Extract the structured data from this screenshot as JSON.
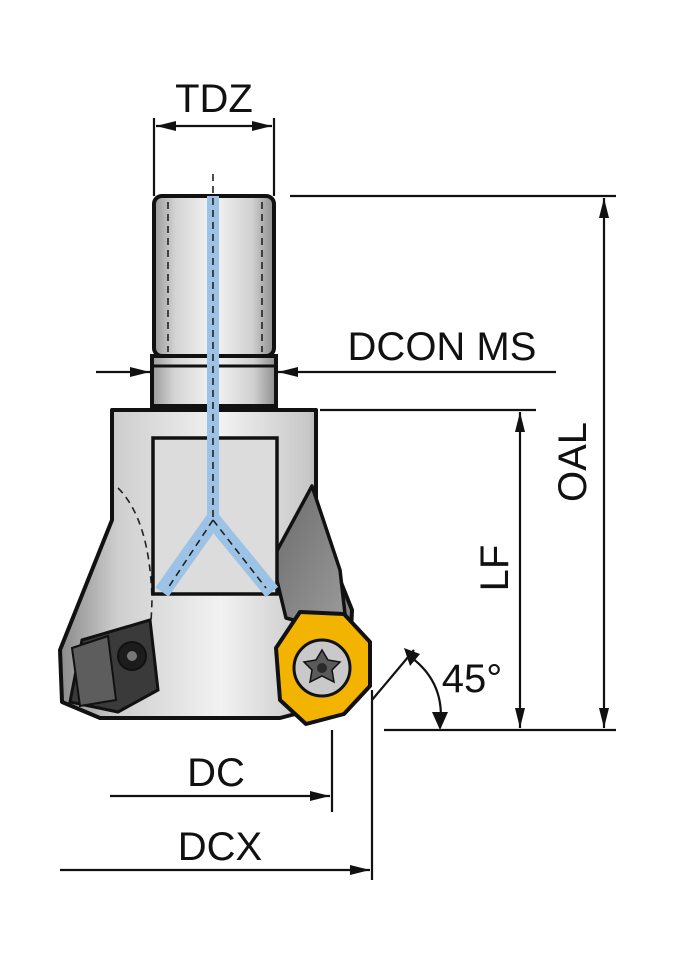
{
  "dimensions": {
    "tdz": "TDZ",
    "dcon_ms": "DCON MS",
    "oal": "OAL",
    "lf": "LF",
    "dc": "DC",
    "dcx": "DCX",
    "angle": "45°"
  },
  "colors": {
    "line": "#111111",
    "steel_light": "#e8e8e8",
    "steel_mid": "#b9b9b9",
    "steel_dark": "#6f6f6f",
    "coolant": "#9cc3e6",
    "insert": "#f2b400",
    "background": "#ffffff"
  }
}
